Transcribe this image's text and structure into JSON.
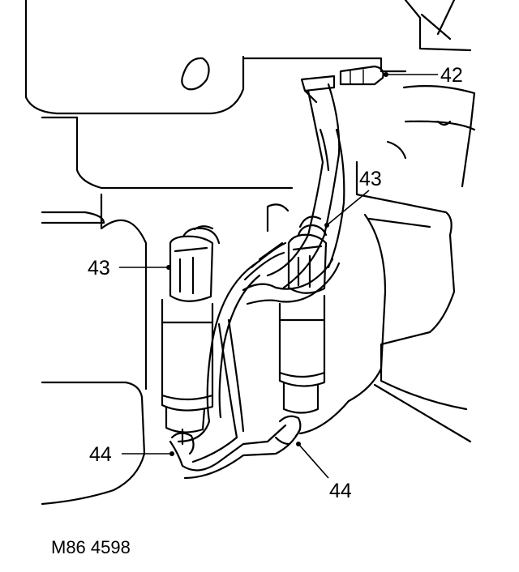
{
  "callouts": {
    "c42": "42",
    "c43_upper": "43",
    "c43_left": "43",
    "c44_left": "44",
    "c44_lower": "44"
  },
  "figure_ref": "M86 4598"
}
